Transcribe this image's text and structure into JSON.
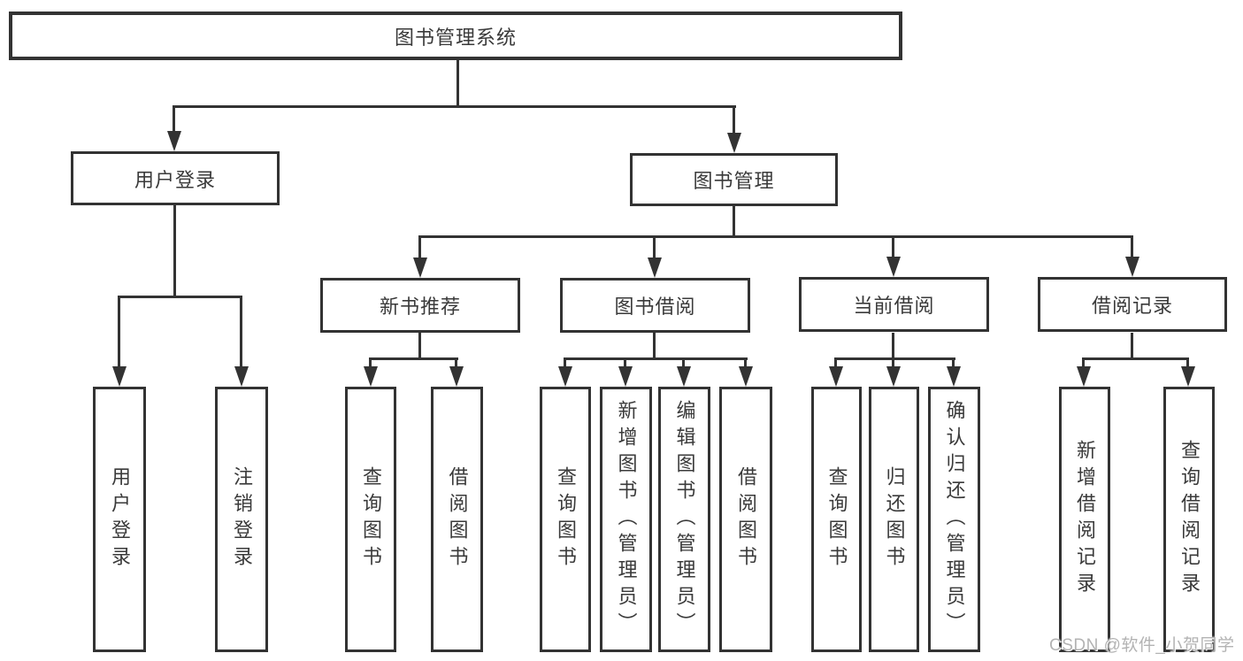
{
  "tree": {
    "label": "图书管理系统",
    "children": [
      {
        "label": "用户登录",
        "children": [
          {
            "label": "用户登录"
          },
          {
            "label": "注销登录"
          }
        ]
      },
      {
        "label": "图书管理",
        "children": [
          {
            "label": "新书推荐",
            "children": [
              {
                "label": "查询图书"
              },
              {
                "label": "借阅图书"
              }
            ]
          },
          {
            "label": "图书借阅",
            "children": [
              {
                "label": "查询图书"
              },
              {
                "label": "新增图书（管理员）"
              },
              {
                "label": "编辑图书（管理员）"
              },
              {
                "label": "借阅图书"
              }
            ]
          },
          {
            "label": "当前借阅",
            "children": [
              {
                "label": "查询图书"
              },
              {
                "label": "归还图书"
              },
              {
                "label": "确认归还（管理员）"
              }
            ]
          },
          {
            "label": "借阅记录",
            "children": [
              {
                "label": "新增借阅记录"
              },
              {
                "label": "查询借阅记录"
              }
            ]
          }
        ]
      }
    ]
  },
  "watermark": "CSDN @软件_小贺同学",
  "colors": {
    "line": "#333333",
    "text": "#3a3a3a",
    "box_fill": "#ffffff",
    "background": "#ffffff",
    "watermark_text": "#b3b3b3"
  }
}
